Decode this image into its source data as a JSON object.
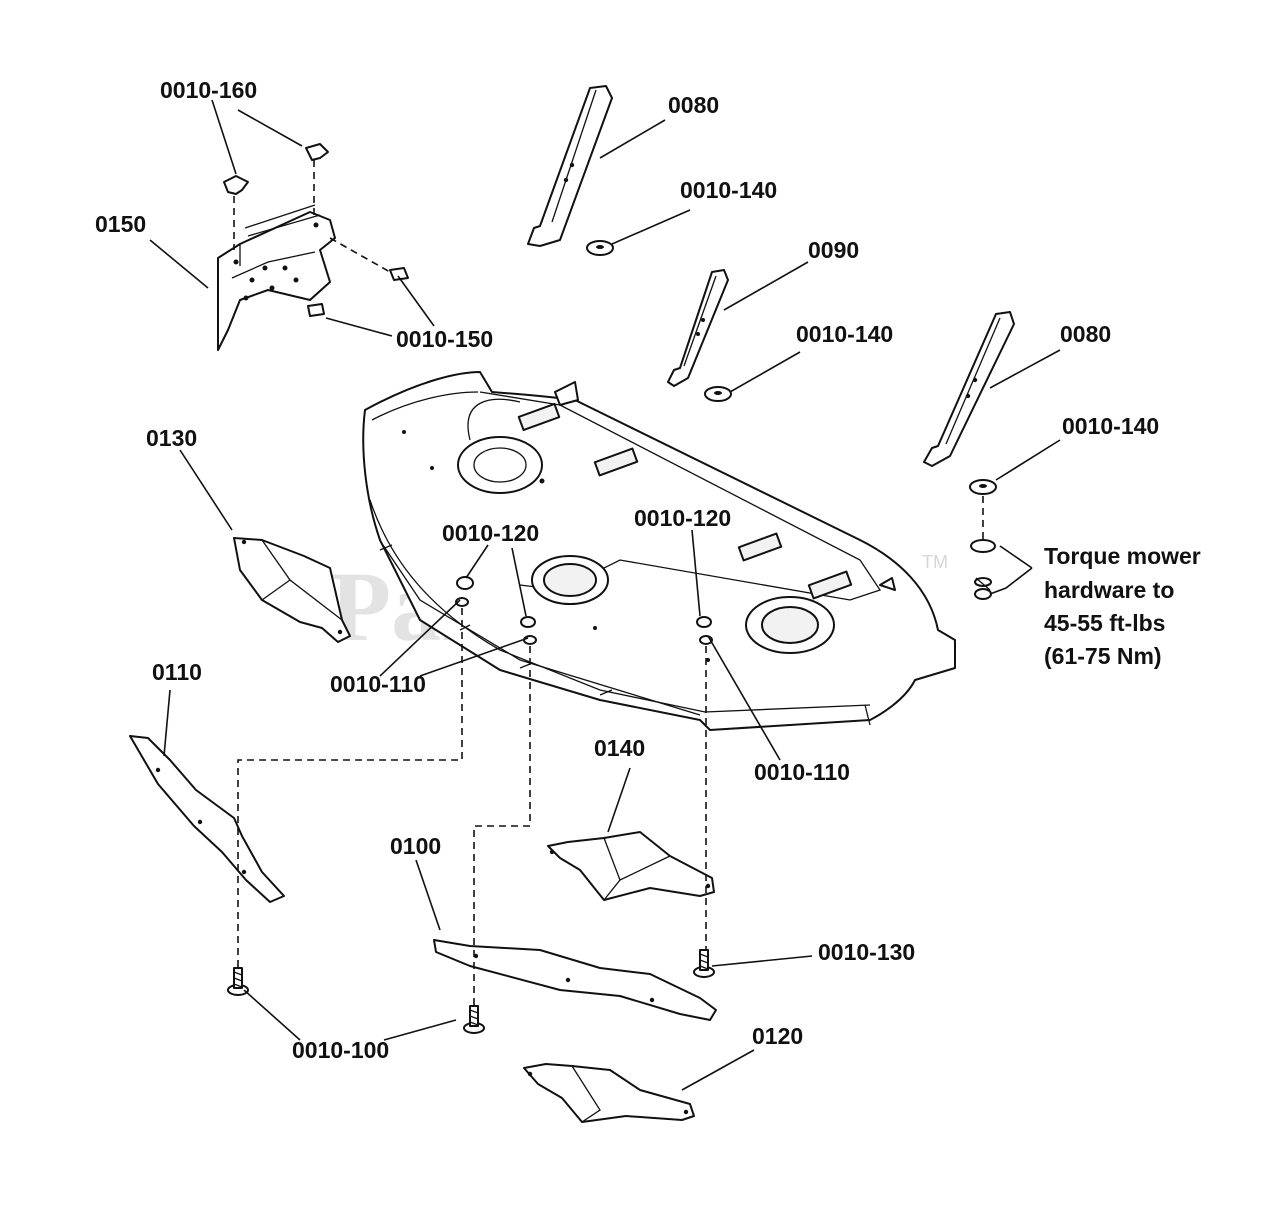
{
  "watermark": {
    "text": "PartsTree",
    "tm": "TM"
  },
  "labels": {
    "p0010_160": "0010-160",
    "p0150": "0150",
    "p0010_150": "0010-150",
    "p0080_top": "0080",
    "p0010_140_a": "0010-140",
    "p0090": "0090",
    "p0010_140_b": "0010-140",
    "p0080_right": "0080",
    "p0010_140_c": "0010-140",
    "p0130": "0130",
    "p0010_120_left": "0010-120",
    "p0010_120_right": "0010-120",
    "p0010_110_left": "0010-110",
    "p0010_110_right": "0010-110",
    "p0110": "0110",
    "p0140": "0140",
    "p0100": "0100",
    "p0010_130": "0010-130",
    "p0010_100": "0010-100",
    "p0120": "0120"
  },
  "note": {
    "line1": "Torque mower",
    "line2": "hardware to",
    "line3": "45-55 ft-lbs",
    "line4": "(61-75 Nm)"
  }
}
